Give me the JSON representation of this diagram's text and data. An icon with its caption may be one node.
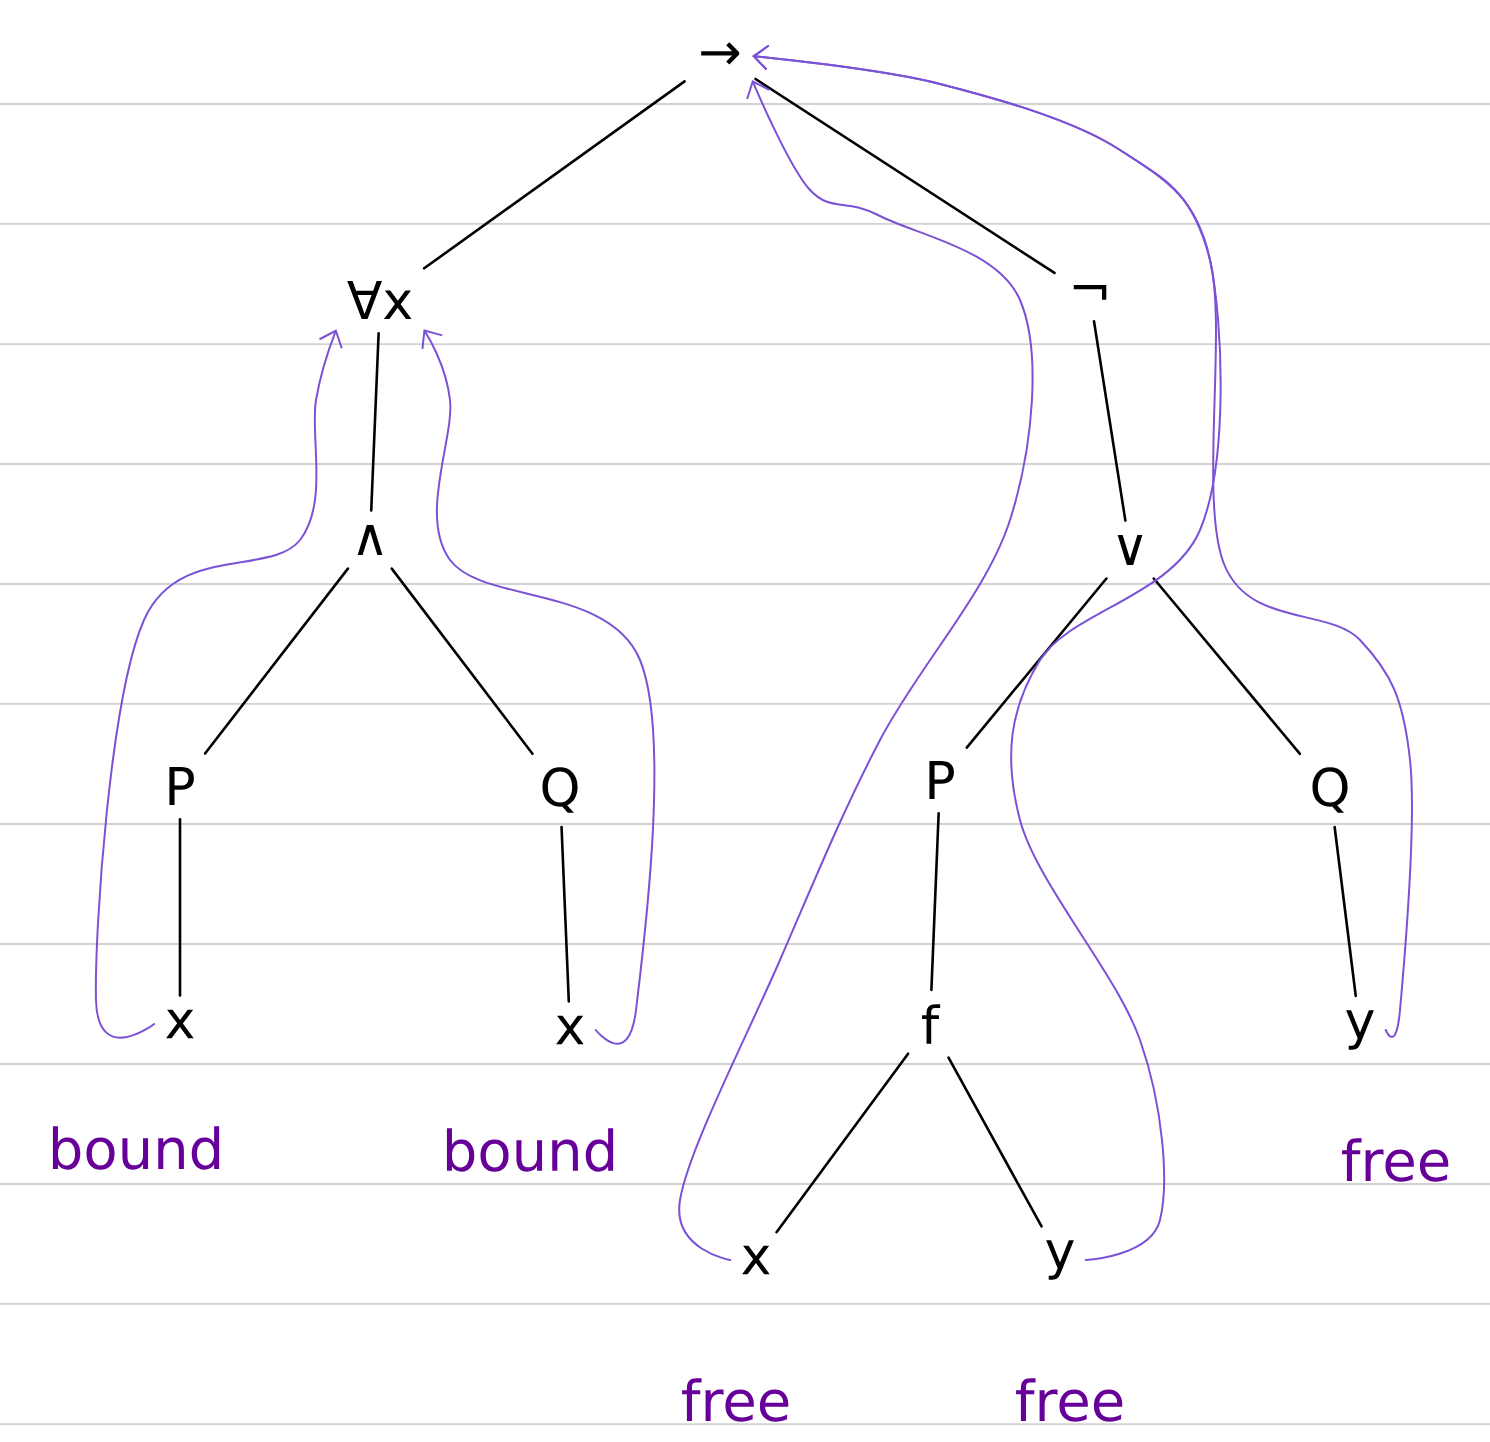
{
  "diagram": {
    "nodes": [
      {
        "text": [
          "→"
        ]
      },
      {
        "text": [
          "∀x"
        ]
      },
      {
        "text": [
          "¬"
        ]
      },
      {
        "text": [
          "∧"
        ]
      },
      {
        "text": [
          "∨"
        ]
      },
      {
        "text": [
          "P"
        ]
      },
      {
        "text": [
          "Q"
        ]
      },
      {
        "text": [
          "P"
        ]
      },
      {
        "text": [
          "Q"
        ]
      },
      {
        "text": [
          "x"
        ],
        "beside": [
          "bound"
        ]
      },
      {
        "text": [
          "x"
        ],
        "beside": [
          "bound"
        ]
      },
      {
        "text": [
          "f"
        ]
      },
      {
        "text": [
          "y"
        ],
        "beside": [
          "free"
        ]
      },
      {
        "text": [
          "x"
        ],
        "beside": [
          "free"
        ]
      },
      {
        "text": [
          "y"
        ],
        "beside": [
          "free"
        ]
      }
    ],
    "edges": [
      {
        "from": 0,
        "to": 1,
        "arrow": "none"
      },
      {
        "from": 0,
        "to": 2,
        "arrow": "none"
      },
      {
        "from": 1,
        "to": 3,
        "arrow": "none"
      },
      {
        "from": 3,
        "to": 5,
        "arrow": "none"
      },
      {
        "from": 3,
        "to": 6,
        "arrow": "none"
      },
      {
        "from": 5,
        "to": 9,
        "arrow": "none"
      },
      {
        "from": 6,
        "to": 10,
        "arrow": "none"
      },
      {
        "from": 2,
        "to": 4,
        "arrow": "none"
      },
      {
        "from": 4,
        "to": 7,
        "arrow": "none"
      },
      {
        "from": 4,
        "to": 8,
        "arrow": "none"
      },
      {
        "from": 7,
        "to": 11,
        "arrow": "none"
      },
      {
        "from": 8,
        "to": 12,
        "arrow": "none"
      },
      {
        "from": 11,
        "to": 13,
        "arrow": "none"
      },
      {
        "from": 11,
        "to": 14,
        "arrow": "none"
      },
      {
        "from": 9,
        "to": 1,
        "arrow": "to",
        "color": "#7b52d6"
      },
      {
        "from": 10,
        "to": 1,
        "arrow": "to",
        "color": "#7b52d6"
      },
      {
        "from": 13,
        "to": 0,
        "arrow": "to",
        "color": "#7b52d6"
      },
      {
        "from": 14,
        "to": 0,
        "arrow": "to",
        "color": "#7b52d6"
      },
      {
        "from": 12,
        "to": 0,
        "arrow": "to",
        "color": "#7b52d6"
      }
    ]
  }
}
